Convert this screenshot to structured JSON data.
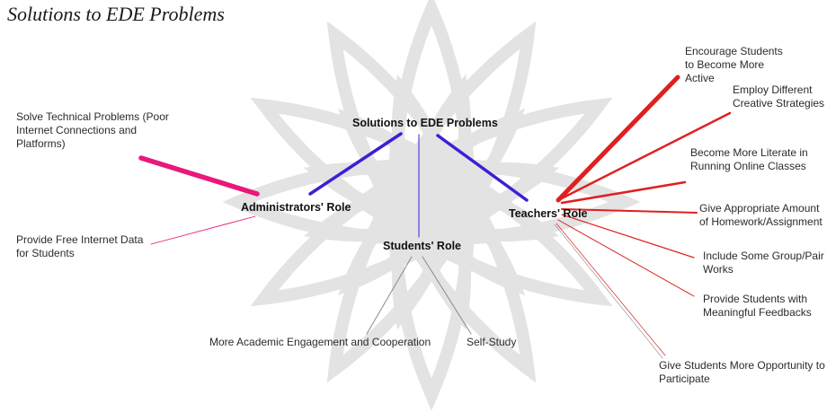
{
  "caption": "Solutions to EDE Problems",
  "colors": {
    "main_branch": "#3b1fd6",
    "teacher_branch": "#e01f1f",
    "admin_branch": "#e8197a",
    "thin_branch": "#8a8a8a",
    "watermark": "#e3e3e3"
  },
  "nodes": {
    "root": "Solutions to EDE Problems",
    "admin": "Administrators' Role",
    "students": "Students' Role",
    "teachers": "Teachers' Role"
  },
  "admin_items": [
    "Solve Technical Problems (Poor\nInternet Connections and\nPlatforms)",
    "Provide Free Internet Data\nfor Students"
  ],
  "student_items": [
    "More Academic Engagement and Cooperation",
    "Self-Study"
  ],
  "teacher_items": [
    "Encourage Students\nto Become More\nActive",
    "Employ Different\nCreative Strategies",
    "Become More Literate in\nRunning Online Classes",
    "Give Appropriate Amount\nof Homework/Assignment",
    "Include Some Group/Pair\nWorks",
    "Provide Students with\nMeaningful Feedbacks",
    "Give Students More Opportunity to\nParticipate"
  ]
}
